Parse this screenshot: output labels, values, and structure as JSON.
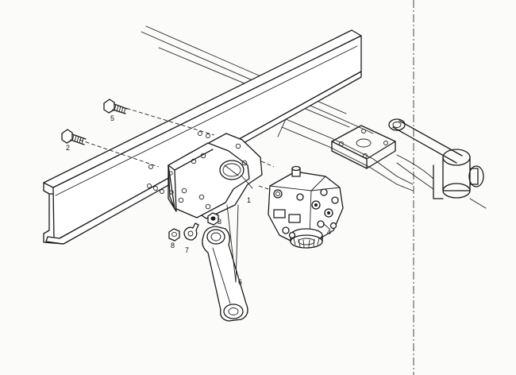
{
  "callouts": {
    "c1": "1",
    "c2": "2",
    "c3": "3",
    "c4": "4",
    "c5": "5",
    "c6": "6",
    "c7": "7",
    "c8": "8"
  },
  "colors": {
    "ink": "#1a1a1a",
    "paper": "#fbfbfa"
  }
}
